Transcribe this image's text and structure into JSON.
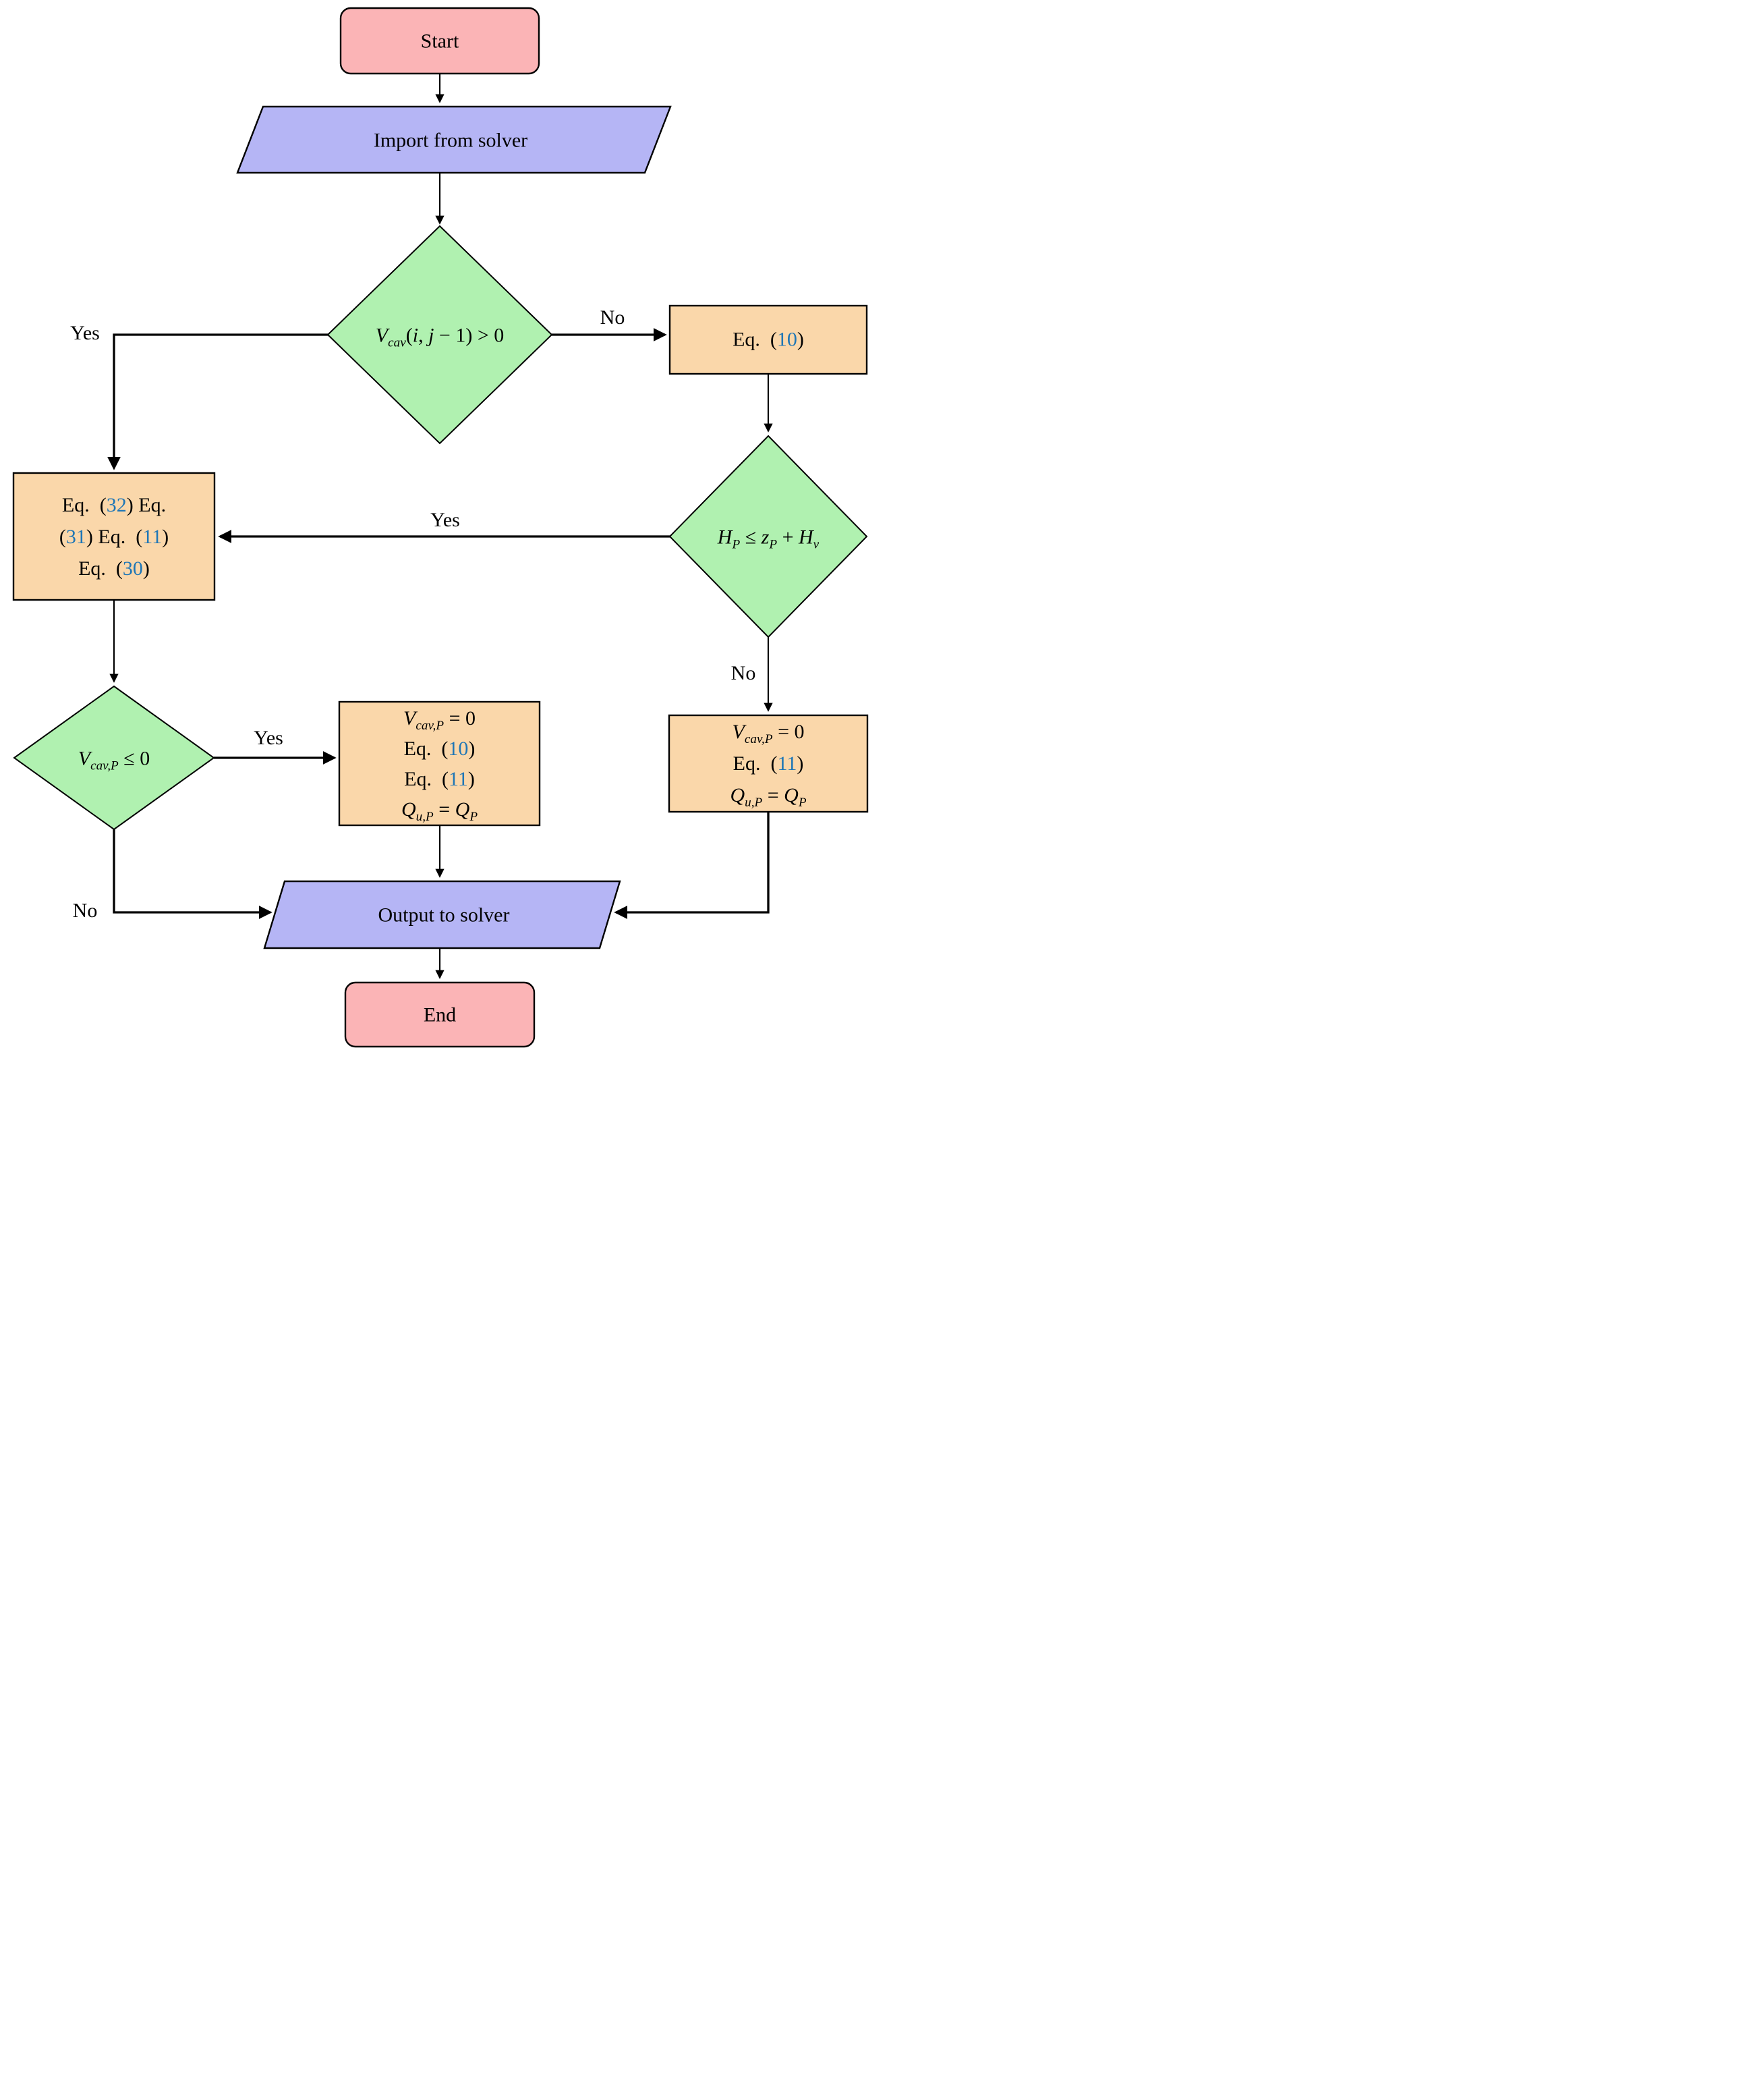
{
  "figure": {
    "type": "flowchart",
    "description": "Cavity (column separation) handling algorithm flowchart between solver import and export"
  },
  "colors": {
    "terminal_fill": "#fbb4b6",
    "io_fill": "#b5b5f5",
    "decision_fill": "#b0f1b0",
    "process_fill": "#fad7aa",
    "edge_stroke": "#000000",
    "link_blue": "#1e76b6"
  },
  "nodes": {
    "start": {
      "label": "Start"
    },
    "import": {
      "label": "Import from solver"
    },
    "decision_vcav_prev": {
      "rich": [
        {
          "text": "V",
          "i": true
        },
        {
          "text": "cav",
          "i": true,
          "sub": true
        },
        {
          "text": "("
        },
        {
          "text": "i",
          "i": true
        },
        {
          "text": ", "
        },
        {
          "text": "j",
          "i": true
        },
        {
          "text": " − 1) > 0"
        }
      ]
    },
    "eq10": {
      "rich": [
        {
          "text": "Eq. ("
        },
        {
          "text": "10",
          "c": "#1e76b6"
        },
        {
          "text": ")"
        }
      ]
    },
    "decision_head": {
      "rich": [
        {
          "text": "H",
          "i": true
        },
        {
          "text": "P",
          "i": true,
          "sub": true
        },
        {
          "text": " ≤ "
        },
        {
          "text": "z",
          "i": true
        },
        {
          "text": "P",
          "i": true,
          "sub": true
        },
        {
          "text": " + "
        },
        {
          "text": "H",
          "i": true
        },
        {
          "text": "v",
          "i": true,
          "sub": true
        }
      ]
    },
    "eq_group": {
      "lines": [
        [
          {
            "text": "Eq. ("
          },
          {
            "text": "32",
            "c": "#1e76b6"
          },
          {
            "text": ") Eq."
          }
        ],
        [
          {
            "text": "("
          },
          {
            "text": "31",
            "c": "#1e76b6"
          },
          {
            "text": ") Eq. ("
          },
          {
            "text": "11",
            "c": "#1e76b6"
          },
          {
            "text": ")"
          }
        ],
        [
          {
            "text": "Eq. ("
          },
          {
            "text": "30",
            "c": "#1e76b6"
          },
          {
            "text": ")"
          }
        ]
      ]
    },
    "decision_vcavp": {
      "rich": [
        {
          "text": "V",
          "i": true
        },
        {
          "text": "cav,P",
          "i": true,
          "sub": true
        },
        {
          "text": " ≤ 0"
        }
      ]
    },
    "assign_center": {
      "lines": [
        [
          {
            "text": "V",
            "i": true
          },
          {
            "text": "cav,P",
            "i": true,
            "sub": true
          },
          {
            "text": " = 0"
          }
        ],
        [
          {
            "text": "Eq. ("
          },
          {
            "text": "10",
            "c": "#1e76b6"
          },
          {
            "text": ")"
          }
        ],
        [
          {
            "text": "Eq. ("
          },
          {
            "text": "11",
            "c": "#1e76b6"
          },
          {
            "text": ")"
          }
        ],
        [
          {
            "text": "Q",
            "i": true
          },
          {
            "text": "u,P",
            "i": true,
            "sub": true
          },
          {
            "text": " = "
          },
          {
            "text": "Q",
            "i": true
          },
          {
            "text": "P",
            "i": true,
            "sub": true
          }
        ]
      ]
    },
    "assign_right": {
      "lines": [
        [
          {
            "text": "V",
            "i": true
          },
          {
            "text": "cav,P",
            "i": true,
            "sub": true
          },
          {
            "text": " = 0"
          }
        ],
        [
          {
            "text": "Eq. ("
          },
          {
            "text": "11",
            "c": "#1e76b6"
          },
          {
            "text": ")"
          }
        ],
        [
          {
            "text": "Q",
            "i": true
          },
          {
            "text": "u,P",
            "i": true,
            "sub": true
          },
          {
            "text": " = "
          },
          {
            "text": "Q",
            "i": true
          },
          {
            "text": "P",
            "i": true,
            "sub": true
          }
        ]
      ]
    },
    "output": {
      "label": "Output to solver"
    },
    "end": {
      "label": "End"
    }
  },
  "edge_labels": {
    "no1": "No",
    "yes1": "Yes",
    "yes2": "Yes",
    "yes3": "Yes",
    "no2": "No",
    "no3": "No"
  }
}
